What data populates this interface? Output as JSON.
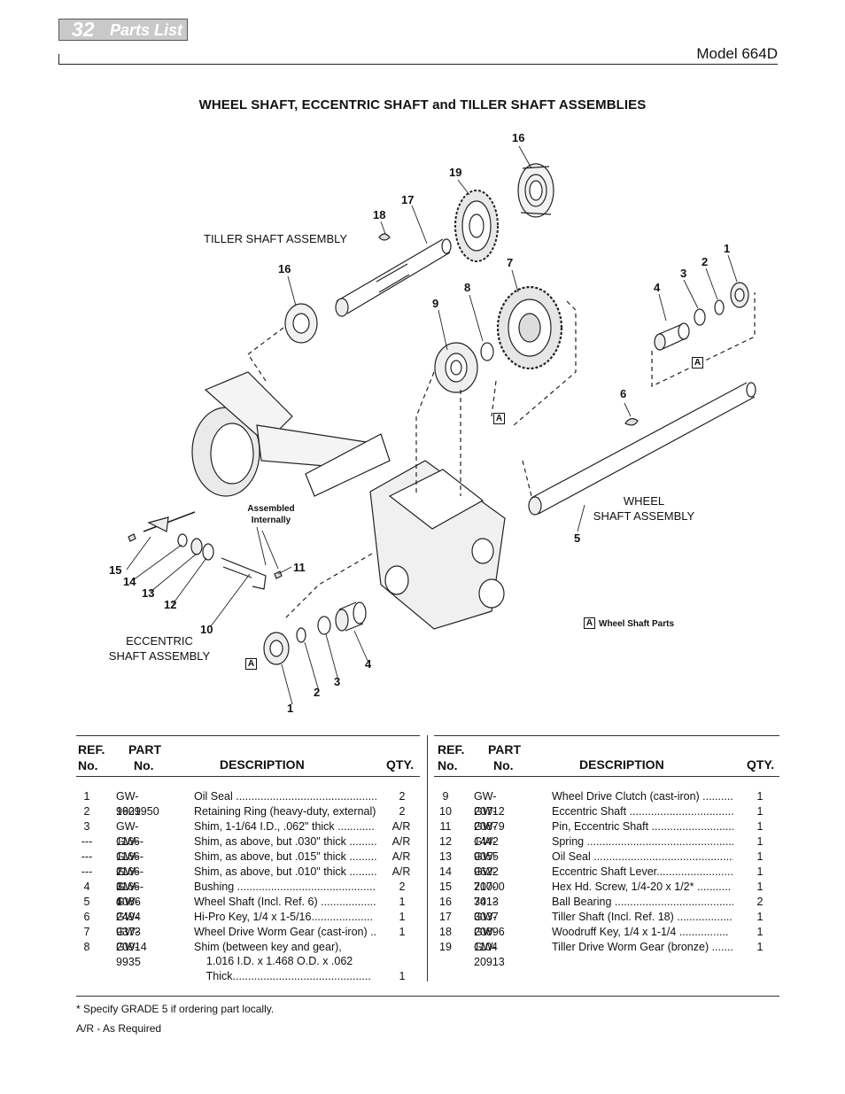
{
  "header": {
    "page_number": "32",
    "section": "Parts List",
    "model": "Model 664D"
  },
  "title": "WHEEL SHAFT, ECCENTRIC SHAFT and TILLER SHAFT ASSEMBLIES",
  "diagram": {
    "captions": {
      "tiller": "TILLER SHAFT ASSEMBLY",
      "wheel_1": "WHEEL",
      "wheel_2": "SHAFT ASSEMBLY",
      "eccentric_1": "ECCENTRIC",
      "eccentric_2": "SHAFT ASSEMBLY",
      "assembled_1": "Assembled",
      "assembled_2": "Internally",
      "wheel_parts": "Wheel Shaft Parts",
      "box_letter": "A"
    },
    "callouts": {
      "c16a": "16",
      "c19": "19",
      "c17": "17",
      "c18": "18",
      "c16b": "16",
      "c7": "7",
      "c8": "8",
      "c9": "9",
      "c1a": "1",
      "c2a": "2",
      "c3a": "3",
      "c4a": "4",
      "c6": "6",
      "c5": "5",
      "c11": "11",
      "c15": "15",
      "c14": "14",
      "c13": "13",
      "c12": "12",
      "c10": "10",
      "c4b": "4",
      "c3b": "3",
      "c2b": "2",
      "c1b": "1"
    }
  },
  "table": {
    "headers": {
      "ref_1": "REF.",
      "ref_2": "No.",
      "part_1": "PART",
      "part_2": "No.",
      "desc": "DESCRIPTION",
      "qty": "QTY."
    },
    "left_rows": [
      {
        "ref": "1",
        "part": "GW-9621",
        "desc": "Oil Seal ..............................................",
        "qty": "2"
      },
      {
        "ref": "2",
        "part": "1909950",
        "desc": "Retaining Ring (heavy-duty, external)",
        "qty": "2"
      },
      {
        "ref": "3",
        "part": "GW-1166-1",
        "desc": "Shim, 1-1/64 I.D., .062\" thick ............",
        "qty": "A/R"
      },
      {
        "ref": "---",
        "part": "GW-1166-2",
        "desc": "Shim, as above, but .030\" thick .........",
        "qty": "A/R"
      },
      {
        "ref": "---",
        "part": "GW-1166-3",
        "desc": "Shim, as above, but .015\" thick .........",
        "qty": "A/R"
      },
      {
        "ref": "---",
        "part": "GW-1166-4",
        "desc": "Shim, as above, but .010\" thick .........",
        "qty": "A/R"
      },
      {
        "ref": "4",
        "part": "GW-1086",
        "desc": "Bushing ...............................................",
        "qty": "2"
      },
      {
        "ref": "5",
        "part": "GW-2494",
        "desc": "Wheel Shaft (Incl. Ref. 6) ..................",
        "qty": "1"
      },
      {
        "ref": "6",
        "part": "GW-9373",
        "desc": "Hi-Pro Key, 1/4 x 1-5/16....................",
        "qty": "1"
      },
      {
        "ref": "7",
        "part": "GW-20914",
        "desc": "Wheel Drive Worm Gear (cast-iron) ..",
        "qty": "1"
      },
      {
        "ref": "8",
        "part": "GW-9935",
        "desc": "Shim (between key and gear),",
        "qty": ""
      },
      {
        "ref": "",
        "part": "",
        "desc": "    1.016 I.D. x 1.468 O.D. x .062",
        "qty": ""
      },
      {
        "ref": "",
        "part": "",
        "desc": "    Thick.............................................",
        "qty": "1"
      }
    ],
    "right_rows": [
      {
        "ref": "9",
        "part": "GW-20712",
        "desc": "Wheel Drive Clutch (cast-iron) ..........",
        "qty": "1"
      },
      {
        "ref": "10",
        "part": "GW-20879",
        "desc": "Eccentric Shaft ..................................",
        "qty": "1"
      },
      {
        "ref": "11",
        "part": "GW-1442",
        "desc": "Pin, Eccentric Shaft ...........................",
        "qty": "1"
      },
      {
        "ref": "12",
        "part": "GW-9055",
        "desc": "Spring ..................................................",
        "qty": "1"
      },
      {
        "ref": "13",
        "part": "GW-9622",
        "desc": "Oil Seal ..............................................",
        "qty": "1"
      },
      {
        "ref": "14",
        "part": "GW-20700",
        "desc": "Eccentric Shaft Lever.........................",
        "qty": "1"
      },
      {
        "ref": "15",
        "part": "710-3013",
        "desc": "Hex Hd. Screw, 1/4-20 x 1/2* ...........",
        "qty": "1"
      },
      {
        "ref": "16",
        "part": "741-3037",
        "desc": "Ball Bearing .......................................",
        "qty": "2"
      },
      {
        "ref": "17",
        "part": "GW-20896",
        "desc": "Tiller Shaft (Incl. Ref. 18) ..................",
        "qty": "1"
      },
      {
        "ref": "18",
        "part": "GW-1104",
        "desc": "Woodruff Key, 1/4 x 1-1/4 ................",
        "qty": "1"
      },
      {
        "ref": "19",
        "part": "GW-20913",
        "desc": "Tiller Drive Worm Gear (bronze) .......",
        "qty": "1"
      }
    ]
  },
  "footnotes": {
    "grade": "* Specify GRADE 5 if ordering part locally.",
    "ar": "A/R - As Required"
  }
}
